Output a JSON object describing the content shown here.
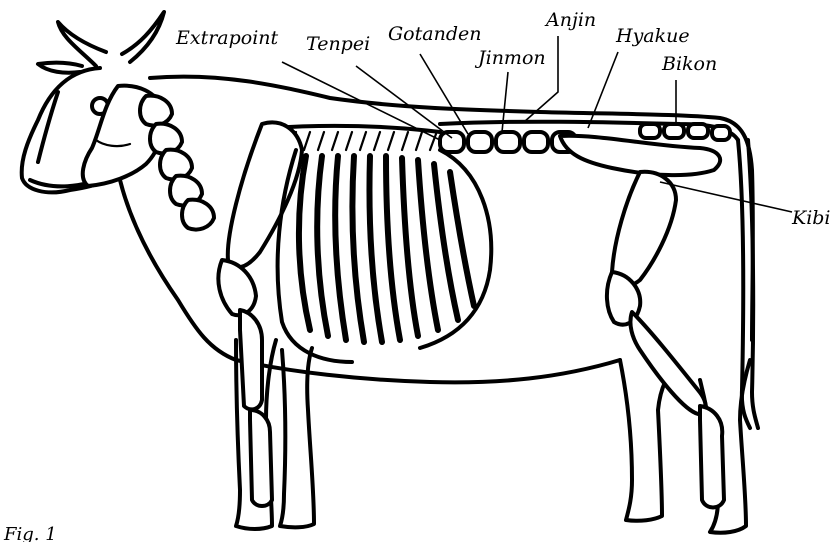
{
  "labels": {
    "extrapoint": "Extrapoint",
    "tenpei": "Tenpei",
    "gotanden": "Gotanden",
    "jinmon": "Jinmon",
    "anjin": "Anjin",
    "hyakue": "Hyakue",
    "bikon": "Bikon",
    "kibi": "Kibi"
  },
  "caption": "Fig. 1"
}
